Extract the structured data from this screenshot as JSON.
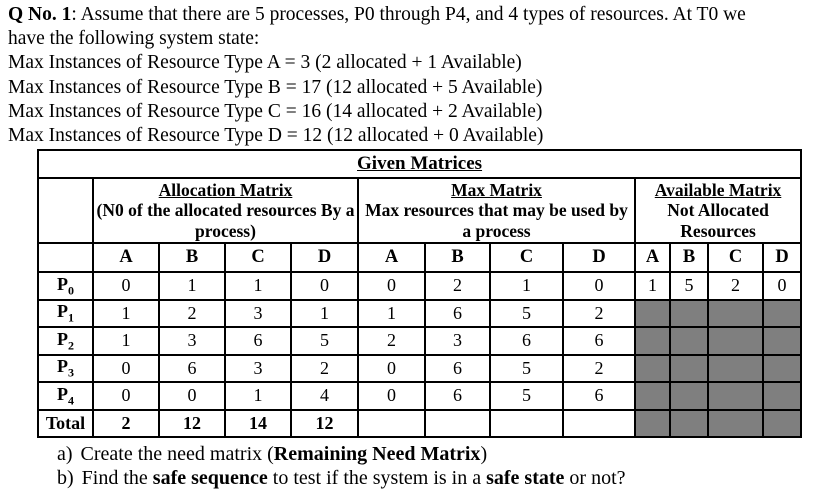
{
  "question": {
    "q_label": "Q No. 1",
    "line1_rest": ": Assume that there are 5 processes, P0 through P4, and 4 types of resources. At T0 we",
    "line2": "have the following system state:",
    "resource_lines": [
      "Max Instances of Resource Type A = 3 (2 allocated + 1 Available)",
      "Max Instances of Resource Type B = 17 (12 allocated + 5 Available)",
      "Max Instances of Resource Type C = 16 (14 allocated + 2 Available)",
      "Max Instances of Resource Type D = 12 (12 allocated + 0 Available)"
    ]
  },
  "table": {
    "title": "Given Matrices",
    "resource_types": [
      "A",
      "B",
      "C",
      "D"
    ],
    "groups": [
      {
        "title": "Allocation Matrix",
        "subtitle_lines": [
          "(N0 of the allocated resources By a",
          "process)"
        ]
      },
      {
        "title": "Max Matrix",
        "subtitle_lines": [
          "Max resources that may be used by",
          "a process"
        ]
      },
      {
        "title": "Available Matrix",
        "subtitle_lines": [
          "Not Allocated",
          "Resources"
        ]
      }
    ],
    "rows": [
      {
        "process": "P",
        "subscript": "0",
        "allocation": [
          "0",
          "1",
          "1",
          "0"
        ],
        "max": [
          "0",
          "2",
          "1",
          "0"
        ],
        "available": [
          "1",
          "5",
          "2",
          "0"
        ],
        "available_shaded": false,
        "bold_values": false
      },
      {
        "process": "P",
        "subscript": "1",
        "allocation": [
          "1",
          "2",
          "3",
          "1"
        ],
        "max": [
          "1",
          "6",
          "5",
          "2"
        ],
        "available": [
          "",
          "",
          "",
          ""
        ],
        "available_shaded": true,
        "bold_values": false
      },
      {
        "process": "P",
        "subscript": "2",
        "allocation": [
          "1",
          "3",
          "6",
          "5"
        ],
        "max": [
          "2",
          "3",
          "6",
          "6"
        ],
        "available": [
          "",
          "",
          "",
          ""
        ],
        "available_shaded": true,
        "bold_values": false
      },
      {
        "process": "P",
        "subscript": "3",
        "allocation": [
          "0",
          "6",
          "3",
          "2"
        ],
        "max": [
          "0",
          "6",
          "5",
          "2"
        ],
        "available": [
          "",
          "",
          "",
          ""
        ],
        "available_shaded": true,
        "bold_values": false
      },
      {
        "process": "P",
        "subscript": "4",
        "allocation": [
          "0",
          "0",
          "1",
          "4"
        ],
        "max": [
          "0",
          "6",
          "5",
          "6"
        ],
        "available": [
          "",
          "",
          "",
          ""
        ],
        "available_shaded": true,
        "bold_values": false
      },
      {
        "process": "Total",
        "subscript": "",
        "allocation": [
          "2",
          "12",
          "14",
          "12"
        ],
        "max": [
          "",
          "",
          "",
          ""
        ],
        "available": [
          "",
          "",
          "",
          ""
        ],
        "available_shaded": true,
        "bold_values": true
      }
    ]
  },
  "tasks": [
    {
      "marker": "a)",
      "segments": [
        {
          "text": "Create the need matrix (",
          "bold": false
        },
        {
          "text": "Remaining Need Matrix",
          "bold": true
        },
        {
          "text": ")",
          "bold": false
        }
      ]
    },
    {
      "marker": "b)",
      "segments": [
        {
          "text": "Find the ",
          "bold": false
        },
        {
          "text": "safe sequence",
          "bold": true
        },
        {
          "text": " to test if the system is in a ",
          "bold": false
        },
        {
          "text": "safe state",
          "bold": true
        },
        {
          "text": " or not?",
          "bold": false
        }
      ]
    }
  ],
  "colors": {
    "shaded_cell": "#7f7f7f",
    "text": "#000000",
    "background": "#ffffff",
    "border": "#000000"
  }
}
